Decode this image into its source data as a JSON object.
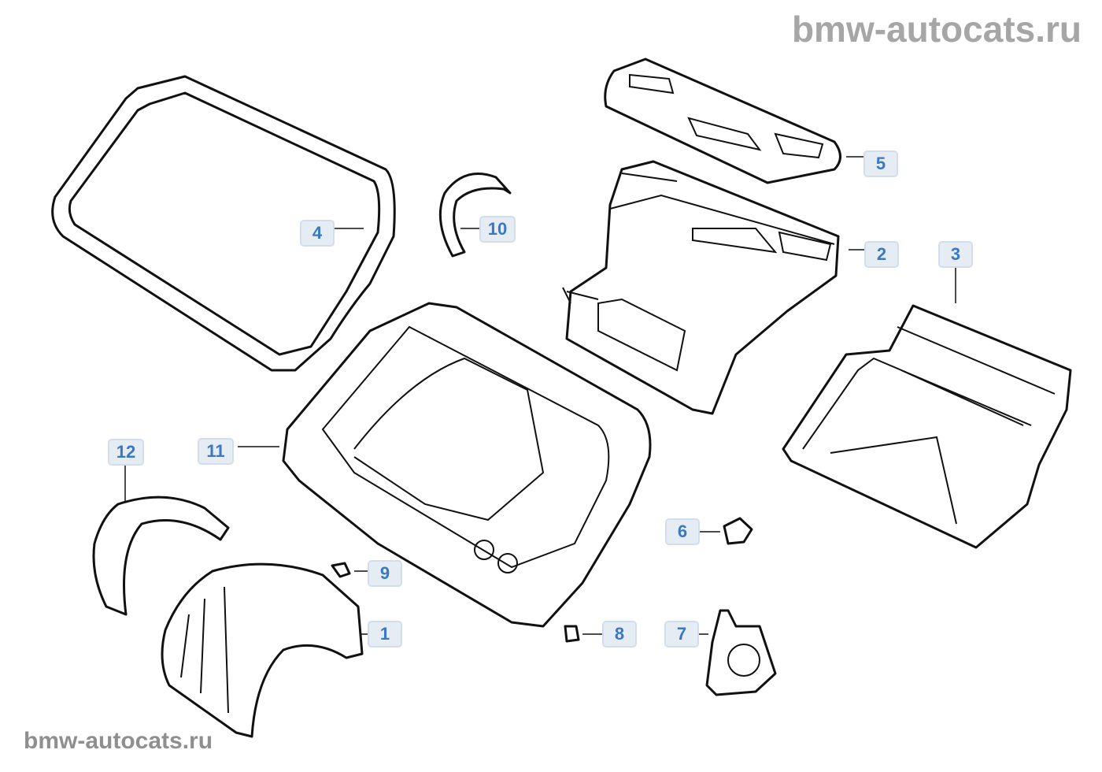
{
  "watermark_top": "bmw-autocats.ru",
  "watermark_bottom": "bmw-autocats.ru",
  "callouts": [
    "1",
    "2",
    "3",
    "4",
    "5",
    "6",
    "7",
    "8",
    "9",
    "10",
    "11",
    "12"
  ],
  "colors": {
    "callout_text": "#3a78c0",
    "callout_bg": "#e6ecf4",
    "callout_border": "#d3deec",
    "watermark": "#a6a6a6"
  }
}
